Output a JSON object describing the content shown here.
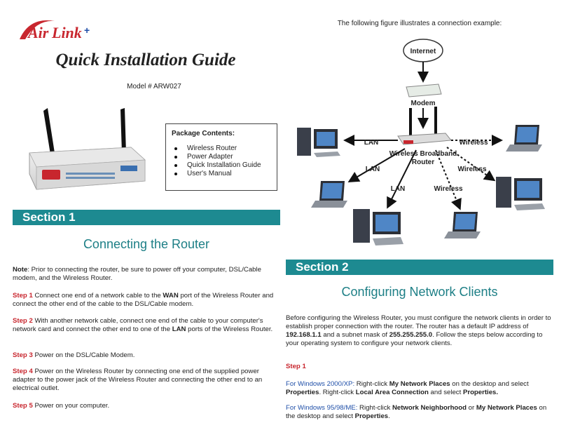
{
  "logo": {
    "text_air": "Air",
    "text_link": "Link",
    "text_plus": "+"
  },
  "title": "Quick Installation Guide",
  "model": "Model # ARW027",
  "package": {
    "title": "Package Contents:",
    "items": [
      "Wireless Router",
      "Power Adapter",
      "Quick Installation Guide",
      "User's Manual"
    ]
  },
  "section1": {
    "bar": "Section 1",
    "heading": "Connecting the Router",
    "note_label": "Note",
    "note_text": ": Prior to connecting the router, be sure to power off your computer, DSL/Cable modem, and the Wireless Router.",
    "steps": [
      {
        "label": "Step 1",
        "pre": " Connect one end of a network cable to the ",
        "bold": "WAN",
        "post": " port of the Wireless Router and connect the other end of the cable to the DSL/Cable modem."
      },
      {
        "label": "Step 2",
        "pre": " With another network cable, connect one end of the cable to your computer's network card and connect the other end to one of the ",
        "bold": "LAN",
        "post": " ports of the Wireless Router."
      },
      {
        "label": "Step 3",
        "pre": " Power on the DSL/Cable Modem.",
        "bold": "",
        "post": ""
      },
      {
        "label": "Step 4",
        "pre": " Power on the Wireless Router by connecting one end of the supplied power adapter to the power jack of the Wireless Router and connecting the other end to an electrical outlet.",
        "bold": "",
        "post": ""
      },
      {
        "label": "Step 5",
        "pre": " Power on your computer.",
        "bold": "",
        "post": ""
      }
    ]
  },
  "figure": {
    "caption": "The following figure illustrates a connection example:",
    "labels": {
      "internet": "Internet",
      "modem": "Modem",
      "router_line1": "Wireless Broadband",
      "router_line2": "Router",
      "lan": "LAN",
      "wireless": "Wireless"
    }
  },
  "section2": {
    "bar": "Section 2",
    "heading": "Configuring Network Clients",
    "intro_pre": "Before configuring the Wireless Router, you must configure the network clients in order to establish proper connection with the router. The router has a default IP address of ",
    "ip": "192.168.1.1",
    "intro_mid": " and a subnet mask of ",
    "mask": "255.255.255.0",
    "intro_post": ". Follow the steps below according to your operating system to configure your network clients.",
    "step1": "Step 1",
    "win2000": {
      "os": "For Windows 2000/XP:",
      "t1": " Right-click ",
      "b1": "My Network Places",
      "t2": " on the desktop and select ",
      "b2": "Properties",
      "t3": ". Right-click ",
      "b3": "Local Area Connection",
      "t4": " and select ",
      "b4": "Properties.",
      "t5": ""
    },
    "win95": {
      "os": "For Windows 95/98/ME:",
      "t1": " Right-click ",
      "b1": "Network Neighborhood",
      "t2": " or ",
      "b2": "My Network Places",
      "t3": " on the desktop and select ",
      "b3": "Properties",
      "t4": ".",
      "b4": "",
      "t5": ""
    }
  },
  "colors": {
    "teal": "#1d8a91",
    "red": "#c8262e",
    "blue": "#1f4fa8"
  }
}
